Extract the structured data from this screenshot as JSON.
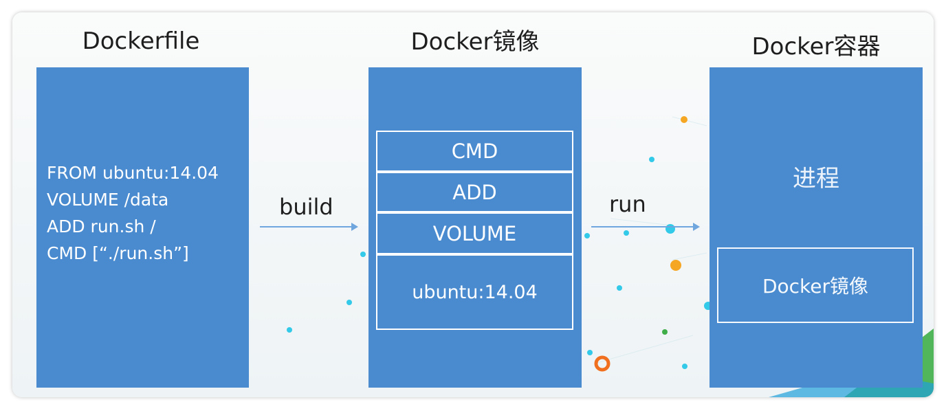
{
  "diagram": {
    "dockerfile": {
      "heading": "Dockerfile",
      "lines": [
        "FROM ubuntu:14.04",
        "VOLUME /data",
        "ADD run.sh /",
        "CMD [“./run.sh”]"
      ]
    },
    "image": {
      "heading": "Docker镜像",
      "layers": [
        "CMD",
        "ADD",
        "VOLUME",
        "ubuntu:14.04"
      ]
    },
    "container": {
      "heading": "Docker容器",
      "process_label": "进程",
      "inner_label": "Docker镜像"
    },
    "arrows": {
      "build": "build",
      "run": "run"
    },
    "colors": {
      "box_fill": "#4a8bcf",
      "box_text": "#ffffff",
      "heading_text": "#1e1e1e",
      "arrow": "#6fa6dd",
      "dot_cyan": "#33c9e8",
      "dot_orange": "#f5a623",
      "dot_green": "#3fae49"
    }
  }
}
